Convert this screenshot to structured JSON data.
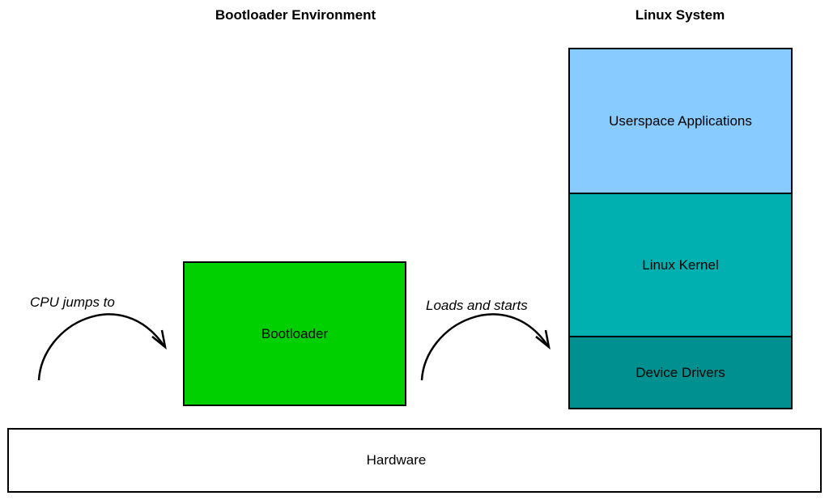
{
  "headings": {
    "bootloader_env": "Bootloader Environment",
    "linux_system": "Linux System"
  },
  "boxes": {
    "bootloader": {
      "label": "Bootloader",
      "color": "#00d000"
    },
    "userspace": {
      "label": "Userspace Applications",
      "color": "#88ccff"
    },
    "kernel": {
      "label": "Linux Kernel",
      "color": "#00b0b0"
    },
    "drivers": {
      "label": "Device Drivers",
      "color": "#009090"
    },
    "hardware": {
      "label": "Hardware",
      "color": "#ffffff"
    }
  },
  "arrows": {
    "cpu_jumps": "CPU jumps to",
    "loads_starts": "Loads and starts"
  }
}
